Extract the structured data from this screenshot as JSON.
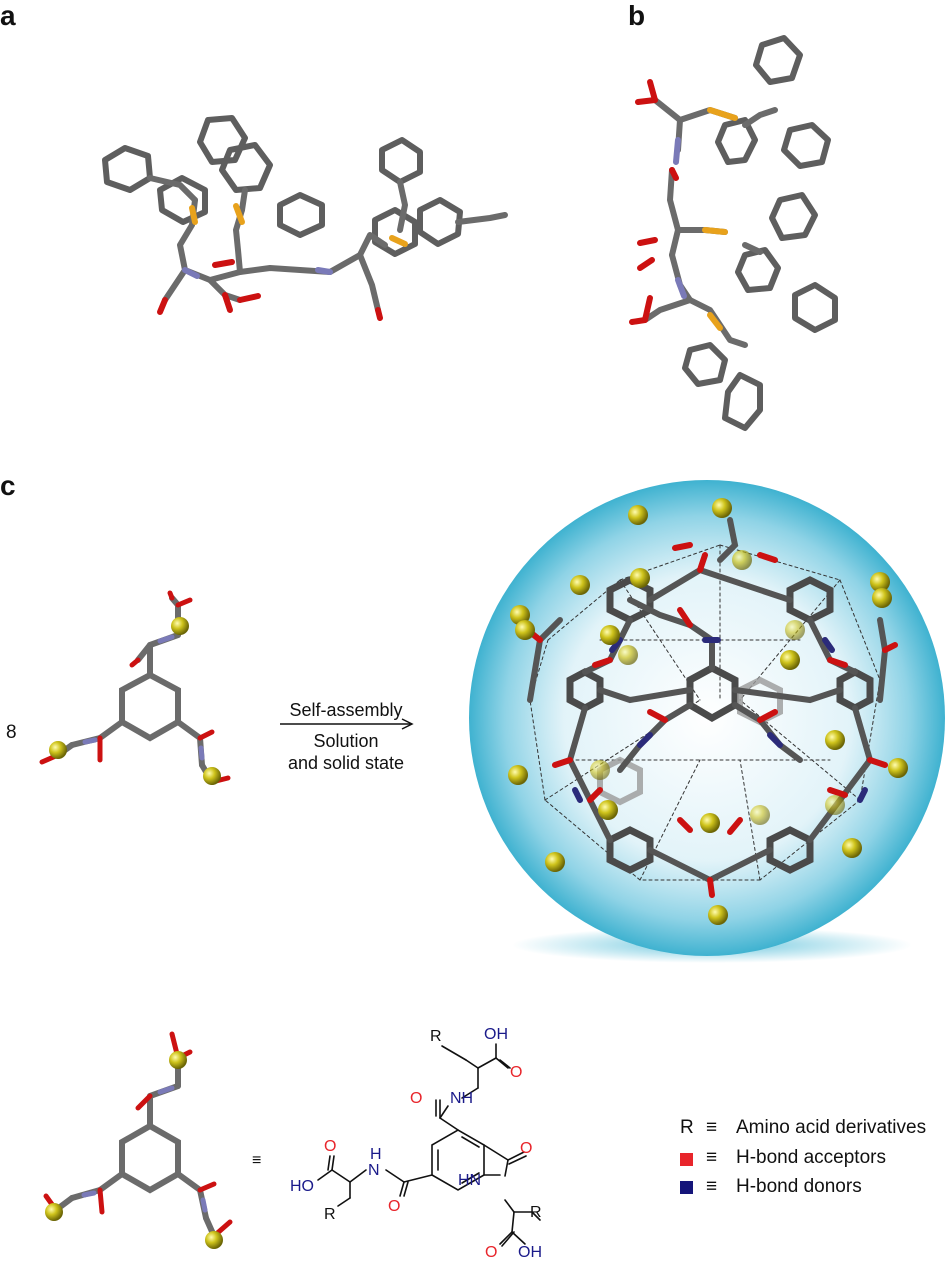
{
  "panels": {
    "a": "a",
    "b": "b",
    "c": "c"
  },
  "stoich": "8",
  "arrow": {
    "top": "Self-assembly",
    "line2": "Solution",
    "line3": "and solid state"
  },
  "equiv": "≡",
  "structure": {
    "r_top": "R",
    "oh_top": "OH",
    "o_top": "O",
    "nh_top": "NH",
    "o_carb_top": "O",
    "o_left": "O",
    "h_left": "H",
    "n_left": "N",
    "ho_left": "HO",
    "r_left": "R",
    "o_amide_left": "O",
    "o_right": "O",
    "hn_right": "HN",
    "r_right": "R",
    "o_acid_right": "O",
    "oh_right": "OH"
  },
  "legend": [
    {
      "key": "R",
      "eq": "≡",
      "label": "Amino acid derivatives"
    },
    {
      "key_color": "#e8252b",
      "eq": "≡",
      "label": "H-bond acceptors"
    },
    {
      "key_color": "#15157a",
      "eq": "≡",
      "label": "H-bond donors"
    }
  ],
  "colors": {
    "carbon": "#6b6b6b",
    "oxygen": "#cc1111",
    "nitrogen": "#7a7ab8",
    "sulfur": "#e8a21c",
    "ball": "#c9c21a",
    "sphere": "#4bbad6"
  }
}
